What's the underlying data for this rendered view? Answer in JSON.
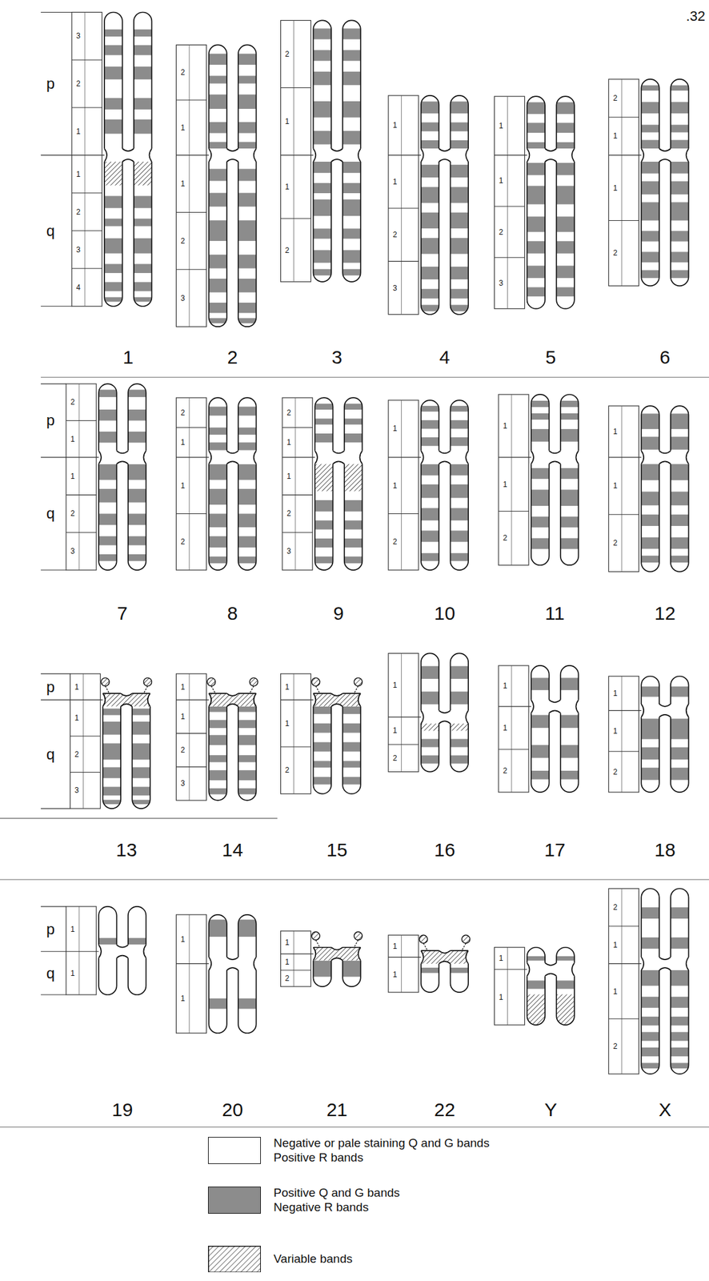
{
  "diagram": {
    "nodes": [
      {
        "text": [
          "1"
        ]
      },
      {
        "text": [
          "2"
        ]
      },
      {
        "text": [
          "3"
        ]
      },
      {
        "text": [
          "4"
        ]
      },
      {
        "text": [
          "5"
        ]
      },
      {
        "text": [
          "6"
        ]
      },
      {
        "text": [
          "7"
        ]
      },
      {
        "text": [
          "8"
        ]
      },
      {
        "text": [
          "9"
        ]
      },
      {
        "text": [
          "10"
        ]
      },
      {
        "text": [
          "11"
        ]
      },
      {
        "text": [
          "12"
        ]
      },
      {
        "text": [
          "13"
        ]
      },
      {
        "text": [
          "14"
        ]
      },
      {
        "text": [
          "15"
        ]
      },
      {
        "text": [
          "16"
        ]
      },
      {
        "text": [
          "17"
        ]
      },
      {
        "text": [
          "18"
        ]
      },
      {
        "text": [
          "19"
        ]
      },
      {
        "text": [
          "20"
        ]
      },
      {
        "text": [
          "21"
        ]
      },
      {
        "text": [
          "22"
        ]
      },
      {
        "text": [
          "Y"
        ]
      },
      {
        "text": [
          "X"
        ]
      }
    ],
    "labels": [
      ".32",
      "p",
      "q",
      "p",
      "q",
      "p",
      "q",
      "p",
      "q",
      "3",
      "2",
      "1",
      "1",
      "2",
      "3",
      "4",
      "2",
      "1",
      "1",
      "2",
      "3",
      "2",
      "1",
      "1",
      "2",
      "1",
      "1",
      "2",
      "3",
      "1",
      "1",
      "2",
      "3",
      "2",
      "1",
      "1",
      "2",
      "2",
      "1",
      "1",
      "2",
      "3",
      "2",
      "1",
      "1",
      "2",
      "2",
      "1",
      "1",
      "2",
      "3",
      "1",
      "1",
      "2",
      "1",
      "1",
      "2",
      "1",
      "1",
      "2",
      "1",
      "1",
      "2",
      "3",
      "1",
      "1",
      "2",
      "3",
      "1",
      "1",
      "2",
      "1",
      "1",
      "2",
      "1",
      "1",
      "2",
      "1",
      "1",
      "2",
      "1",
      "1",
      "1",
      "1",
      "1",
      "1",
      "2",
      "1",
      "1",
      "1",
      "1",
      "2",
      "1",
      "1",
      "2"
    ],
    "legend": [
      {
        "text": "Negative or pale staining Q and G bands Positive R bands",
        "color": "#ffffff"
      },
      {
        "text": "Positive Q and G bands Negative R bands",
        "color": "#8c8c8c"
      },
      {
        "text": "Variable bands"
      }
    ]
  }
}
